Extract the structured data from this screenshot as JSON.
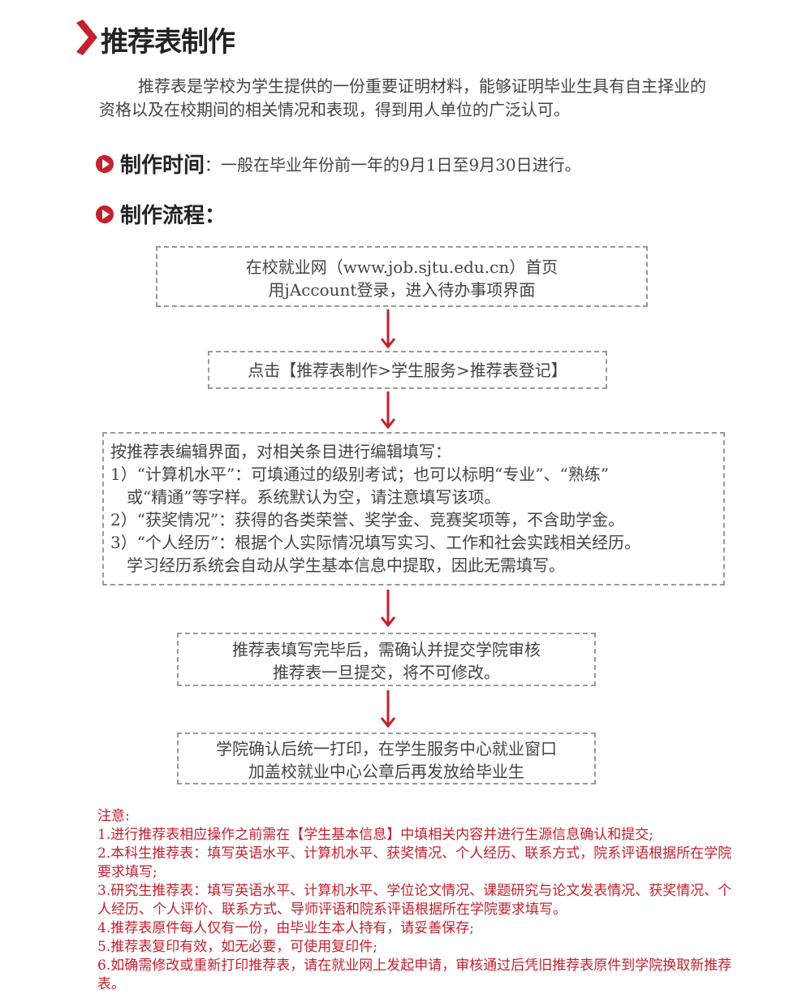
{
  "title": "推荐表制作",
  "intro": "推荐表是学校为学生提供的一份重要证明材料，能够证明毕业生具有自主择业的资格以及在校期间的相关情况和表现，得到用人单位的广泛认可。",
  "time": {
    "heading": "制作时间",
    "text": "：一般在毕业年份前一年的9月1日至9月30日进行。"
  },
  "process": {
    "heading": "制作流程："
  },
  "flow": [
    {
      "lines": [
        "在校就业网（www.job.sjtu.edu.cn）首页",
        "用jAccount登录，进入待办事项界面"
      ]
    },
    {
      "lines": [
        "点击【推荐表制作>学生服务>推荐表登记】"
      ]
    },
    {
      "lines": [
        "按推荐表编辑界面，对相关条目进行编辑填写：",
        "1）“计算机水平”：可填通过的级别考试；也可以标明“专业”、“熟练”",
        "　或“精通”等字样。系统默认为空，请注意填写该项。",
        "2）“获奖情况”：获得的各类荣誉、奖学金、竞赛奖项等，不含助学金。",
        "3）“个人经历”：根据个人实际情况填写实习、工作和社会实践相关经历。",
        "　学习经历系统会自动从学生基本信息中提取，因此无需填写。"
      ]
    },
    {
      "lines": [
        "推荐表填写完毕后，需确认并提交学院审核",
        "推荐表一旦提交，将不可修改。"
      ]
    },
    {
      "lines": [
        "学院确认后统一打印，在学生服务中心就业窗口",
        "加盖校就业中心公章后再发放给毕业生"
      ]
    }
  ],
  "notes": [
    "注意:",
    "1.进行推荐表相应操作之前需在【学生基本信息】中填相关内容并进行生源信息确认和提交;",
    "2.本科生推荐表：填写英语水平、计算机水平、获奖情况、个人经历、联系方式，院系评语根据所在学院要求填写;",
    "3.研究生推荐表：填写英语水平、计算机水平、学位论文情况、课题研究与论文发表情况、获奖情况、个人经历、个人评价、联系方式、导师评语和院系评语根据所在学院要求填写。",
    "4.推荐表原件每人仅有一份，由毕业生本人持有，请妥善保存;",
    "5.推荐表复印有效，如无必要，可使用复印件;",
    "6.如确需修改或重新打印推荐表，请在就业网上发起申请，审核通过后凭旧推荐表原件到学院换取新推荐表。"
  ],
  "colors": {
    "accent": "#c4202e"
  }
}
